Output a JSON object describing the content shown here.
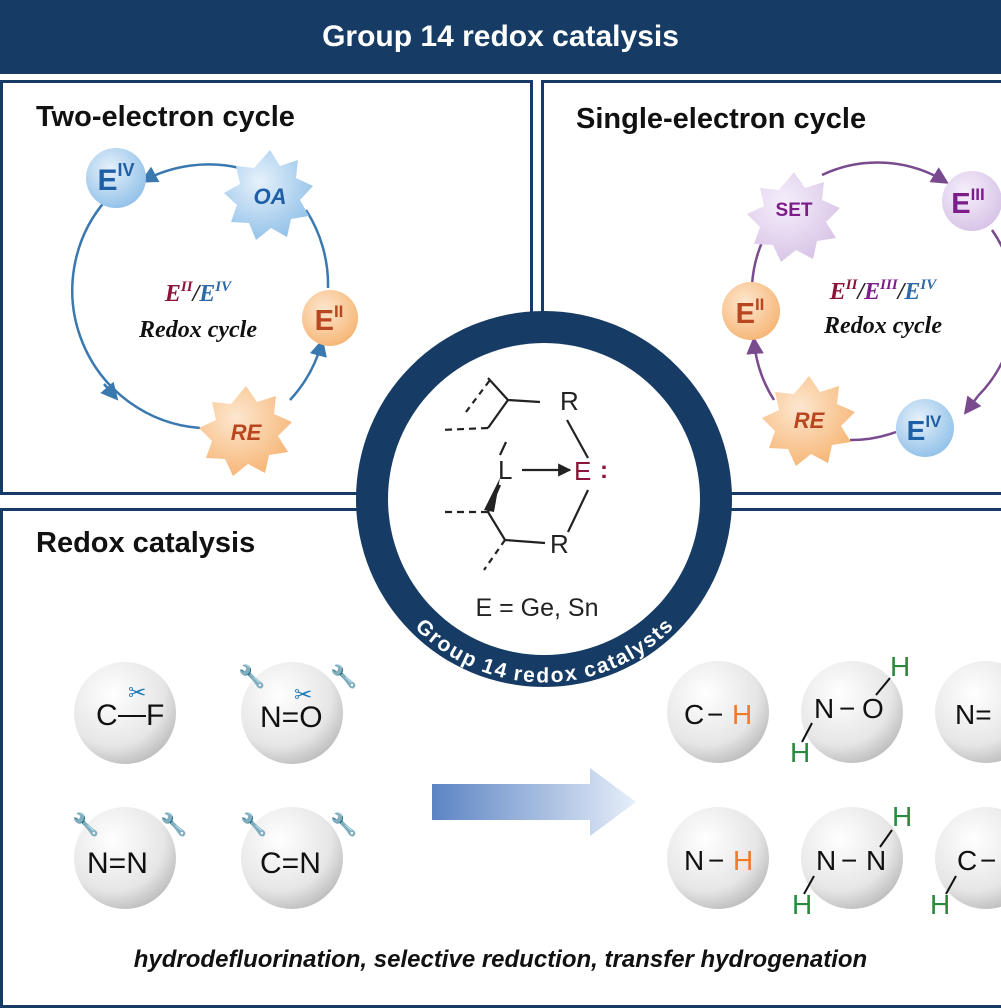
{
  "header": {
    "title": "Group 14 redox catalysis"
  },
  "two_electron": {
    "title": "Two-electron cycle",
    "ev": "E",
    "ev_sup": "IV",
    "oa": "OA",
    "eii": "E",
    "eii_sup": "II",
    "re": "RE",
    "center_a": "E",
    "center_a_sup": "II",
    "center_sep": "/",
    "center_b": "E",
    "center_b_sup": "IV",
    "center_line2": "Redox cycle"
  },
  "single_electron": {
    "title": "Single-electron cycle",
    "set": "SET",
    "eiii": "E",
    "eiii_sup": "III",
    "eii": "E",
    "eii_sup": "II",
    "re": "RE",
    "eiv": "E",
    "eiv_sup": "IV",
    "c_a": "E",
    "c_a_sup": "II",
    "c_sep1": "/",
    "c_b": "E",
    "c_b_sup": "III",
    "c_sep2": "/",
    "c_c": "E",
    "c_c_sup": "IV",
    "center_line2": "Redox cycle"
  },
  "center": {
    "ring_label": "Group 14 redox catalysts",
    "r_top": "R",
    "l": "L",
    "e": "E",
    "colon": ":",
    "r_bottom": "R",
    "equation": "E = Ge, Sn"
  },
  "redox": {
    "title": "Redox catalysis",
    "substrates": {
      "cf_c": "C",
      "cf_f": "F",
      "no_n": "N",
      "no_bond": "=",
      "no_o": "O",
      "nn_a": "N",
      "nn_bond": "=",
      "nn_b": "N",
      "cn_c": "C",
      "cn_bond": "=",
      "cn_n": "N"
    },
    "products": {
      "ch_c": "C",
      "ch_bond": "−",
      "ch_h": "H",
      "noh_n": "N",
      "noh_bond": "−",
      "noh_o": "O",
      "noh_h1": "H",
      "noh_h2": "H",
      "neq": "N=",
      "nh_n": "N",
      "nh_bond": "−",
      "nh_h": "H",
      "nnh_a": "N",
      "nnh_bond": "−",
      "nnh_b": "N",
      "nnh_h1": "H",
      "nnh_h2": "H",
      "ch2_c": "C",
      "ch2_bond": "−",
      "ch2_h": "H"
    },
    "caption": "hydrodefluorination, selective reduction, transfer hydrogenation"
  },
  "colors": {
    "navy": "#163c65",
    "blue_text": "#1f5fa6",
    "orange_text": "#b8461f",
    "purple_text": "#7d1d8a",
    "crimson": "#8a1538",
    "orange_h": "#f07a2a",
    "green_h": "#2b8a3e"
  }
}
